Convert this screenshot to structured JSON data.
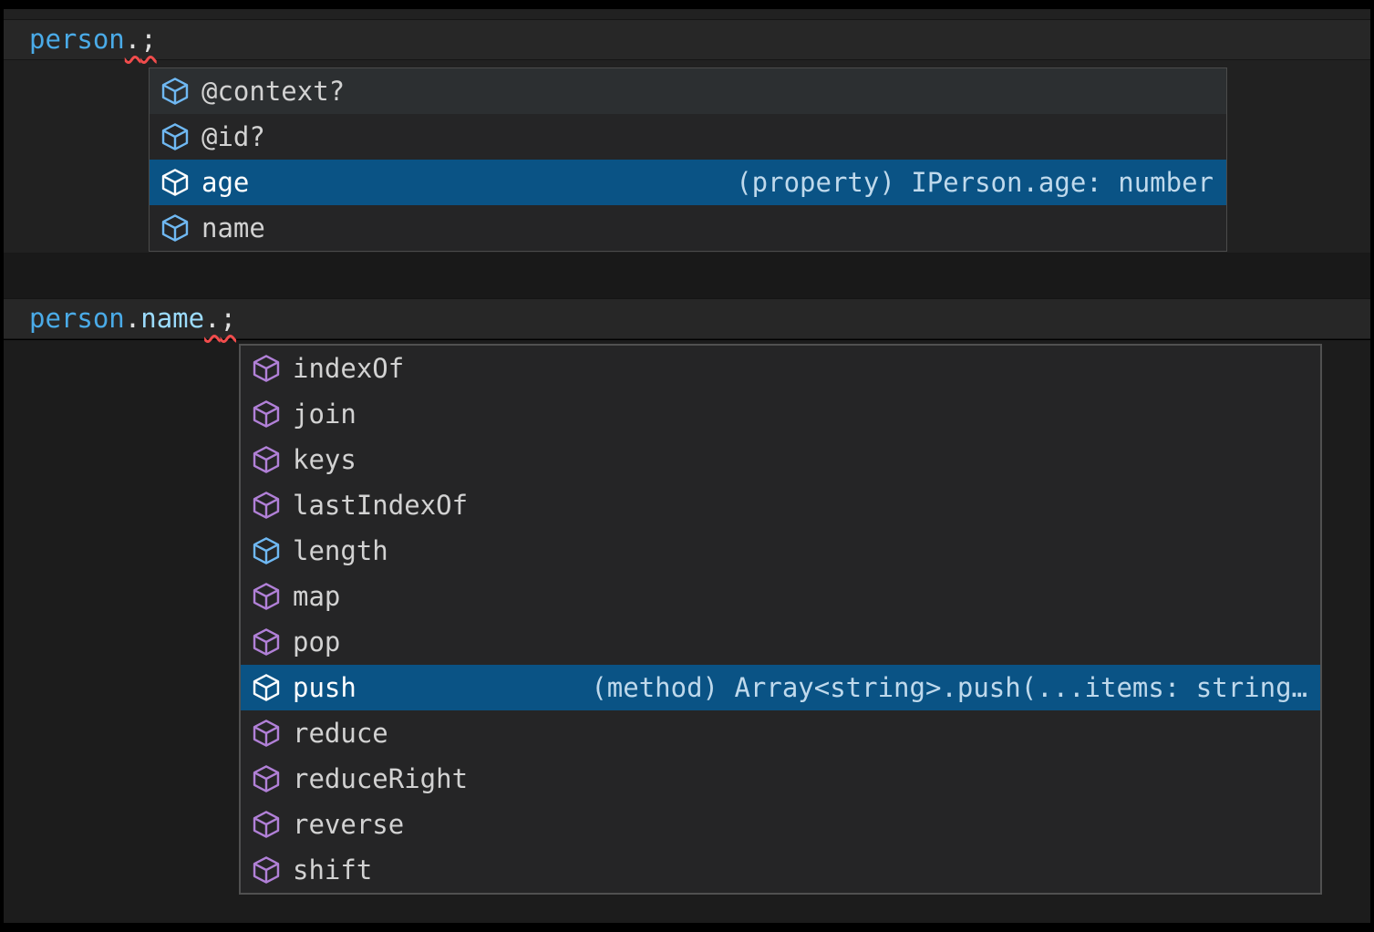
{
  "editor": {
    "line1": {
      "variable": "person",
      "dot": ".",
      "semicolon": ";"
    },
    "line2": {
      "object": "person",
      "dot1": ".",
      "property": "name",
      "dot2": ".",
      "semicolon": ";"
    }
  },
  "suggest1": {
    "items": [
      {
        "label": "@context?",
        "kind": "field",
        "hover": true
      },
      {
        "label": "@id?",
        "kind": "field"
      },
      {
        "label": "age",
        "kind": "field",
        "selected": true,
        "detail": "(property) IPerson.age: number"
      },
      {
        "label": "name",
        "kind": "field"
      }
    ]
  },
  "suggest2": {
    "items": [
      {
        "label": "indexOf",
        "kind": "method"
      },
      {
        "label": "join",
        "kind": "method"
      },
      {
        "label": "keys",
        "kind": "method"
      },
      {
        "label": "lastIndexOf",
        "kind": "method"
      },
      {
        "label": "length",
        "kind": "field"
      },
      {
        "label": "map",
        "kind": "method"
      },
      {
        "label": "pop",
        "kind": "method"
      },
      {
        "label": "push",
        "kind": "method",
        "selected": true,
        "detail": "(method) Array<string>.push(...items: string…"
      },
      {
        "label": "reduce",
        "kind": "method"
      },
      {
        "label": "reduceRight",
        "kind": "method"
      },
      {
        "label": "reverse",
        "kind": "method"
      },
      {
        "label": "shift",
        "kind": "method"
      }
    ]
  },
  "colors": {
    "selection_bg": "#0A5385",
    "field_icon": "#6FB8F2",
    "method_icon": "#B180D7",
    "squiggle": "#F14C4C",
    "variable": "#4AABE8",
    "property": "#9CDCFE"
  }
}
